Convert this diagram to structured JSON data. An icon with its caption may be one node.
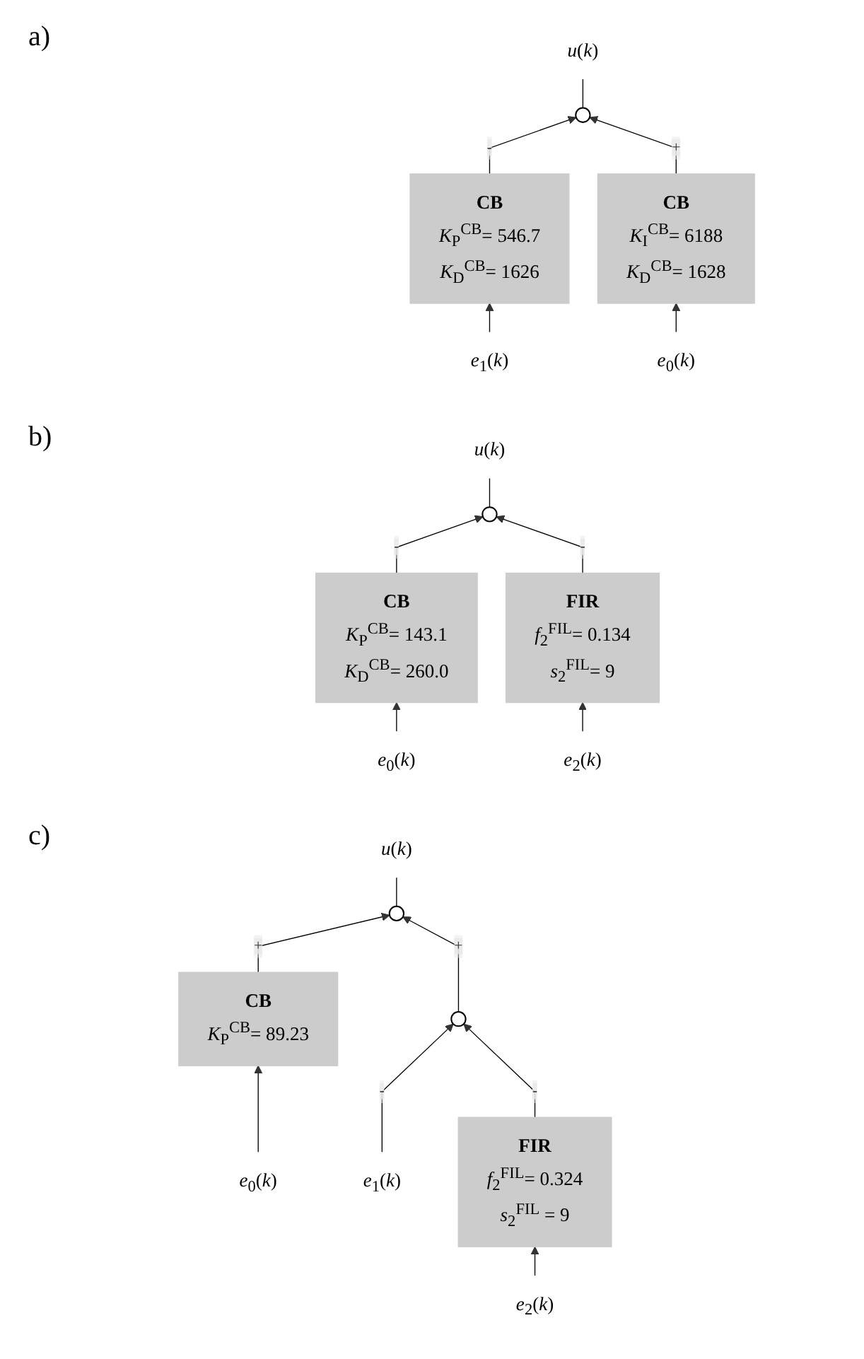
{
  "diagram": {
    "nodes": [
      {
        "text": [
          "*u*(*k*)"
        ]
      },
      {
        "text": [],
        "shape": "circle"
      },
      {
        "text": [
          "CB",
          "*K*$_{P}$$^{CB}$= 546.7",
          "*K*$_{D}$$^{CB}$= 1626"
        ]
      },
      {
        "text": [
          "CB",
          "*K*$_{I}$$^{CB}$= 6188",
          "*K*$_{D}$$^{CB}$= 1628"
        ]
      },
      {
        "text": [
          "*e*$_{1}$(*k*)"
        ]
      },
      {
        "text": [
          "*e*$_{0}$(*k*)"
        ]
      },
      {
        "text": [
          "*u*(*k*)"
        ]
      },
      {
        "text": [],
        "shape": "circle"
      },
      {
        "text": [
          "CB",
          "*K*$_{P}$$^{CB}$= 143.1",
          "*K*$_{D}$$^{CB}$= 260.0"
        ]
      },
      {
        "text": [
          "FIR",
          "*f*$_{2}$$^{FIL}$= 0.134",
          "*s*$_{2}$$^{FIL}$= 9"
        ]
      },
      {
        "text": [
          "*e*$_{0}$(*k*)"
        ]
      },
      {
        "text": [
          "*e*$_{2}$(*k*)"
        ]
      },
      {
        "text": [
          "*u*(*k*)"
        ]
      },
      {
        "text": [],
        "shape": "circle"
      },
      {
        "text": [
          "CB",
          "*K*$_{P}$$^{CB}$= 89.23"
        ]
      },
      {
        "text": [],
        "shape": "circle"
      },
      {
        "text": [
          "FIR",
          "*f*$_{2}$$^{FIL}$= 0.324",
          "*s*$_{2}$$^{FIL}$ = 9"
        ]
      },
      {
        "text": [
          "*e*$_{0}$(*k*)"
        ]
      },
      {
        "text": [
          "*e*$_{1}$(*k*)"
        ]
      },
      {
        "text": [
          "*e*$_{2}$(*k*)"
        ]
      }
    ],
    "edges": [
      {
        "from": 1,
        "to": 0,
        "arrow": "none"
      },
      {
        "from": 2,
        "to": 1,
        "arrow": "to",
        "label": "-"
      },
      {
        "from": 3,
        "to": 1,
        "arrow": "to",
        "label": "+"
      },
      {
        "from": 4,
        "to": 2,
        "arrow": "to"
      },
      {
        "from": 5,
        "to": 3,
        "arrow": "to"
      },
      {
        "from": 7,
        "to": 6,
        "arrow": "none"
      },
      {
        "from": 8,
        "to": 7,
        "arrow": "to",
        "label": "-"
      },
      {
        "from": 9,
        "to": 7,
        "arrow": "to",
        "label": "-"
      },
      {
        "from": 10,
        "to": 8,
        "arrow": "to"
      },
      {
        "from": 11,
        "to": 9,
        "arrow": "to"
      },
      {
        "from": 13,
        "to": 12,
        "arrow": "none"
      },
      {
        "from": 14,
        "to": 13,
        "arrow": "to",
        "label": "+"
      },
      {
        "from": 15,
        "to": 13,
        "arrow": "to",
        "label": "+"
      },
      {
        "from": 18,
        "to": 15,
        "arrow": "to",
        "label": "-"
      },
      {
        "from": 16,
        "to": 15,
        "arrow": "to",
        "label": "-"
      },
      {
        "from": 17,
        "to": 14,
        "arrow": "to"
      },
      {
        "from": 19,
        "to": 16,
        "arrow": "to"
      }
    ],
    "labels": [
      "a)",
      "b)",
      "c)"
    ]
  }
}
